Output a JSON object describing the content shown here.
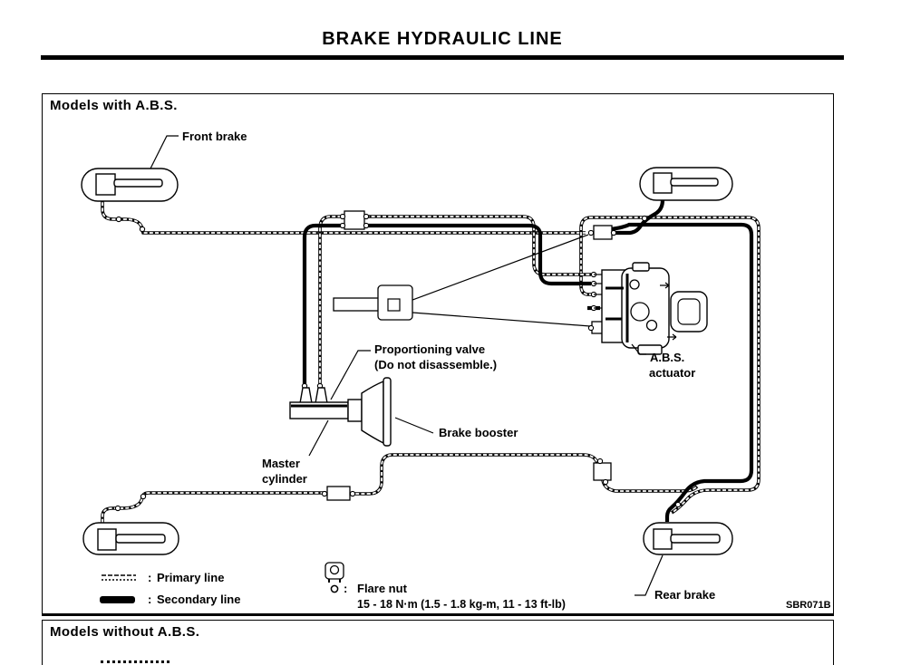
{
  "colors": {
    "ink": "#000000",
    "paper": "#ffffff"
  },
  "page": {
    "title": "BRAKE HYDRAULIC LINE",
    "figure_code": "SBR071B"
  },
  "sections": {
    "with_abs": {
      "heading": "Models with A.B.S."
    },
    "without_abs": {
      "heading": "Models without A.B.S."
    }
  },
  "diagram_labels": {
    "front_brake": "Front brake",
    "rear_brake": "Rear brake",
    "master_cylinder": {
      "line1": "Master",
      "line2": "cylinder"
    },
    "brake_booster": "Brake booster",
    "proportioning_valve": {
      "line1": "Proportioning valve",
      "line2": "(Do not disassemble.)"
    },
    "abs_actuator": {
      "line1": "A.B.S.",
      "line2": "actuator"
    }
  },
  "legend": {
    "colon": ":",
    "primary_label": "Primary line",
    "secondary_label": "Secondary line",
    "flare_nut_symbol": "o",
    "flare_nut_label": "Flare nut",
    "flare_nut_torque": "15 - 18 N·m (1.5 - 1.8 kg-m, 11 - 13 ft-lb)"
  },
  "icons": {
    "flare_nut_wrench": "wrench-icon",
    "flare_nut_marker": "circle-icon"
  }
}
